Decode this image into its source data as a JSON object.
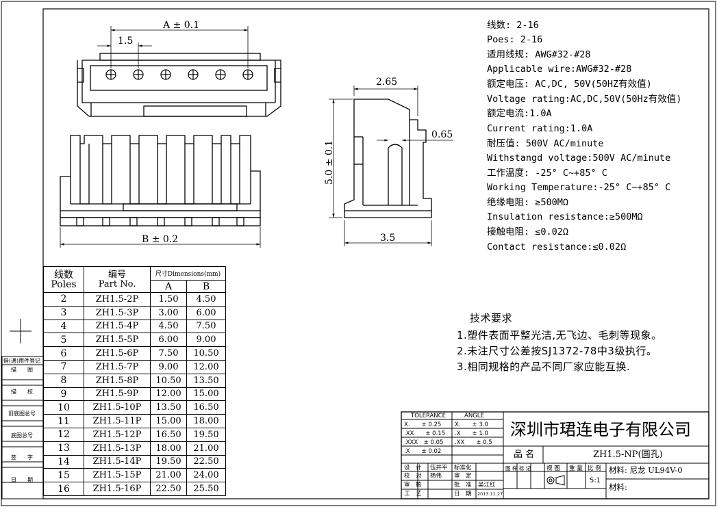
{
  "views": {
    "dim_a": "A ± 0.1",
    "dim_pitch": "1.5",
    "dim_b": "B ± 0.2",
    "dim_width": "2.65",
    "dim_height": "5.0 ± 0.1",
    "dim_slot": "0.65",
    "dim_depth": "3.5"
  },
  "specs": [
    "线数: 2-16",
    "Poes: 2-16",
    "适用线规: AWG#32-#28",
    "Applicable wire:AWG#32-#28",
    "额定电压: AC,DC, 50V(50HZ有效值)",
    "Voltage rating:AC,DC,50V(50Hz有效值)",
    "额定电流:1.0A",
    "Current rating:1.0A",
    "耐压值: 500V AC/minute",
    "Withstangd voltage:500V AC/minute",
    "工作温度: -25° C~+85° C",
    "Working Temperature:-25° C~+85° C",
    "绝缘电阻: ≥500MΩ",
    "Insulation resistance:≥500MΩ",
    "接触电阻: ≤0.02Ω",
    "Contact resistance:≤0.02Ω"
  ],
  "table": {
    "h_poles_cn": "线数",
    "h_poles_en": "Poles",
    "h_part_cn": "编号",
    "h_part_en": "Part No.",
    "h_dims": "尺寸Dimensions(mm)",
    "h_a": "A",
    "h_b": "B",
    "rows": [
      {
        "poles": "2",
        "part": "ZH1.5-2P",
        "a": "1.50",
        "b": "4.50"
      },
      {
        "poles": "3",
        "part": "ZH1.5-3P",
        "a": "3.00",
        "b": "6.00"
      },
      {
        "poles": "4",
        "part": "ZH1.5-4P",
        "a": "4.50",
        "b": "7.50"
      },
      {
        "poles": "5",
        "part": "ZH1.5-5P",
        "a": "6.00",
        "b": "9.00"
      },
      {
        "poles": "6",
        "part": "ZH1.5-6P",
        "a": "7.50",
        "b": "10.50"
      },
      {
        "poles": "7",
        "part": "ZH1.5-7P",
        "a": "9.00",
        "b": "12.00"
      },
      {
        "poles": "8",
        "part": "ZH1.5-8P",
        "a": "10.50",
        "b": "13.50"
      },
      {
        "poles": "9",
        "part": "ZH1.5-9P",
        "a": "12.00",
        "b": "15.00"
      },
      {
        "poles": "10",
        "part": "ZH1.5-10P",
        "a": "13.50",
        "b": "16.50"
      },
      {
        "poles": "11",
        "part": "ZH1.5-11P",
        "a": "15.00",
        "b": "18.00"
      },
      {
        "poles": "12",
        "part": "ZH1.5-12P",
        "a": "16.50",
        "b": "19.50"
      },
      {
        "poles": "13",
        "part": "ZH1.5-13P",
        "a": "18.00",
        "b": "21.00"
      },
      {
        "poles": "14",
        "part": "ZH1.5-14P",
        "a": "19.50",
        "b": "22.50"
      },
      {
        "poles": "15",
        "part": "ZH1.5-15P",
        "a": "21.00",
        "b": "24.00"
      },
      {
        "poles": "16",
        "part": "ZH1.5-16P",
        "a": "22.50",
        "b": "25.50"
      }
    ]
  },
  "requirements": {
    "title": "技术要求",
    "items": [
      "1.塑件表面平整光洁,无飞边、毛刺等现象。",
      "2.未注尺寸公差按SJ1372-78中3级执行。",
      "3.相同规格的产品不同厂家应能互换."
    ]
  },
  "side_block": {
    "labels": [
      "借(通)用件登记",
      "描　　图",
      "描　　校",
      "旧底图总号",
      "底图总号",
      "签　　字",
      "日　　期"
    ]
  },
  "title_block": {
    "tolerance_label": "TOLERANCE",
    "angle_label": "ANGLE",
    "tolerances": [
      "X.　　± 0.25",
      ".XX　　± 0.15",
      ".XXX　± 0.05",
      ".X　　± 0.02"
    ],
    "angles": [
      "X.　　± 3.0",
      ".X　　± 1.0",
      ".XX　　± 0.5"
    ],
    "company": "深圳市珺连电子有限公司",
    "product_name_label": "品 名",
    "product_name": "ZH1.5-NP(圆孔)",
    "design_label": "设　计",
    "design_name": "伍井平",
    "check_label": "校　对",
    "check_name": "杨伟",
    "review_label": "审　核",
    "process_label": "工　艺",
    "standard_label": "标准化",
    "audit_label": "审　定",
    "approve_label": "批　准",
    "approve_name": "吴江红",
    "date_label": "日　期",
    "date_value": "2013.11.27",
    "mark_label": "图 样 标 记",
    "view_label": "视 图",
    "weight_label": "重 量",
    "scale_label": "比 例",
    "scale_value": "5:1",
    "material1": "材料: 尼龙 UL94V-0",
    "material2": "材料:"
  }
}
